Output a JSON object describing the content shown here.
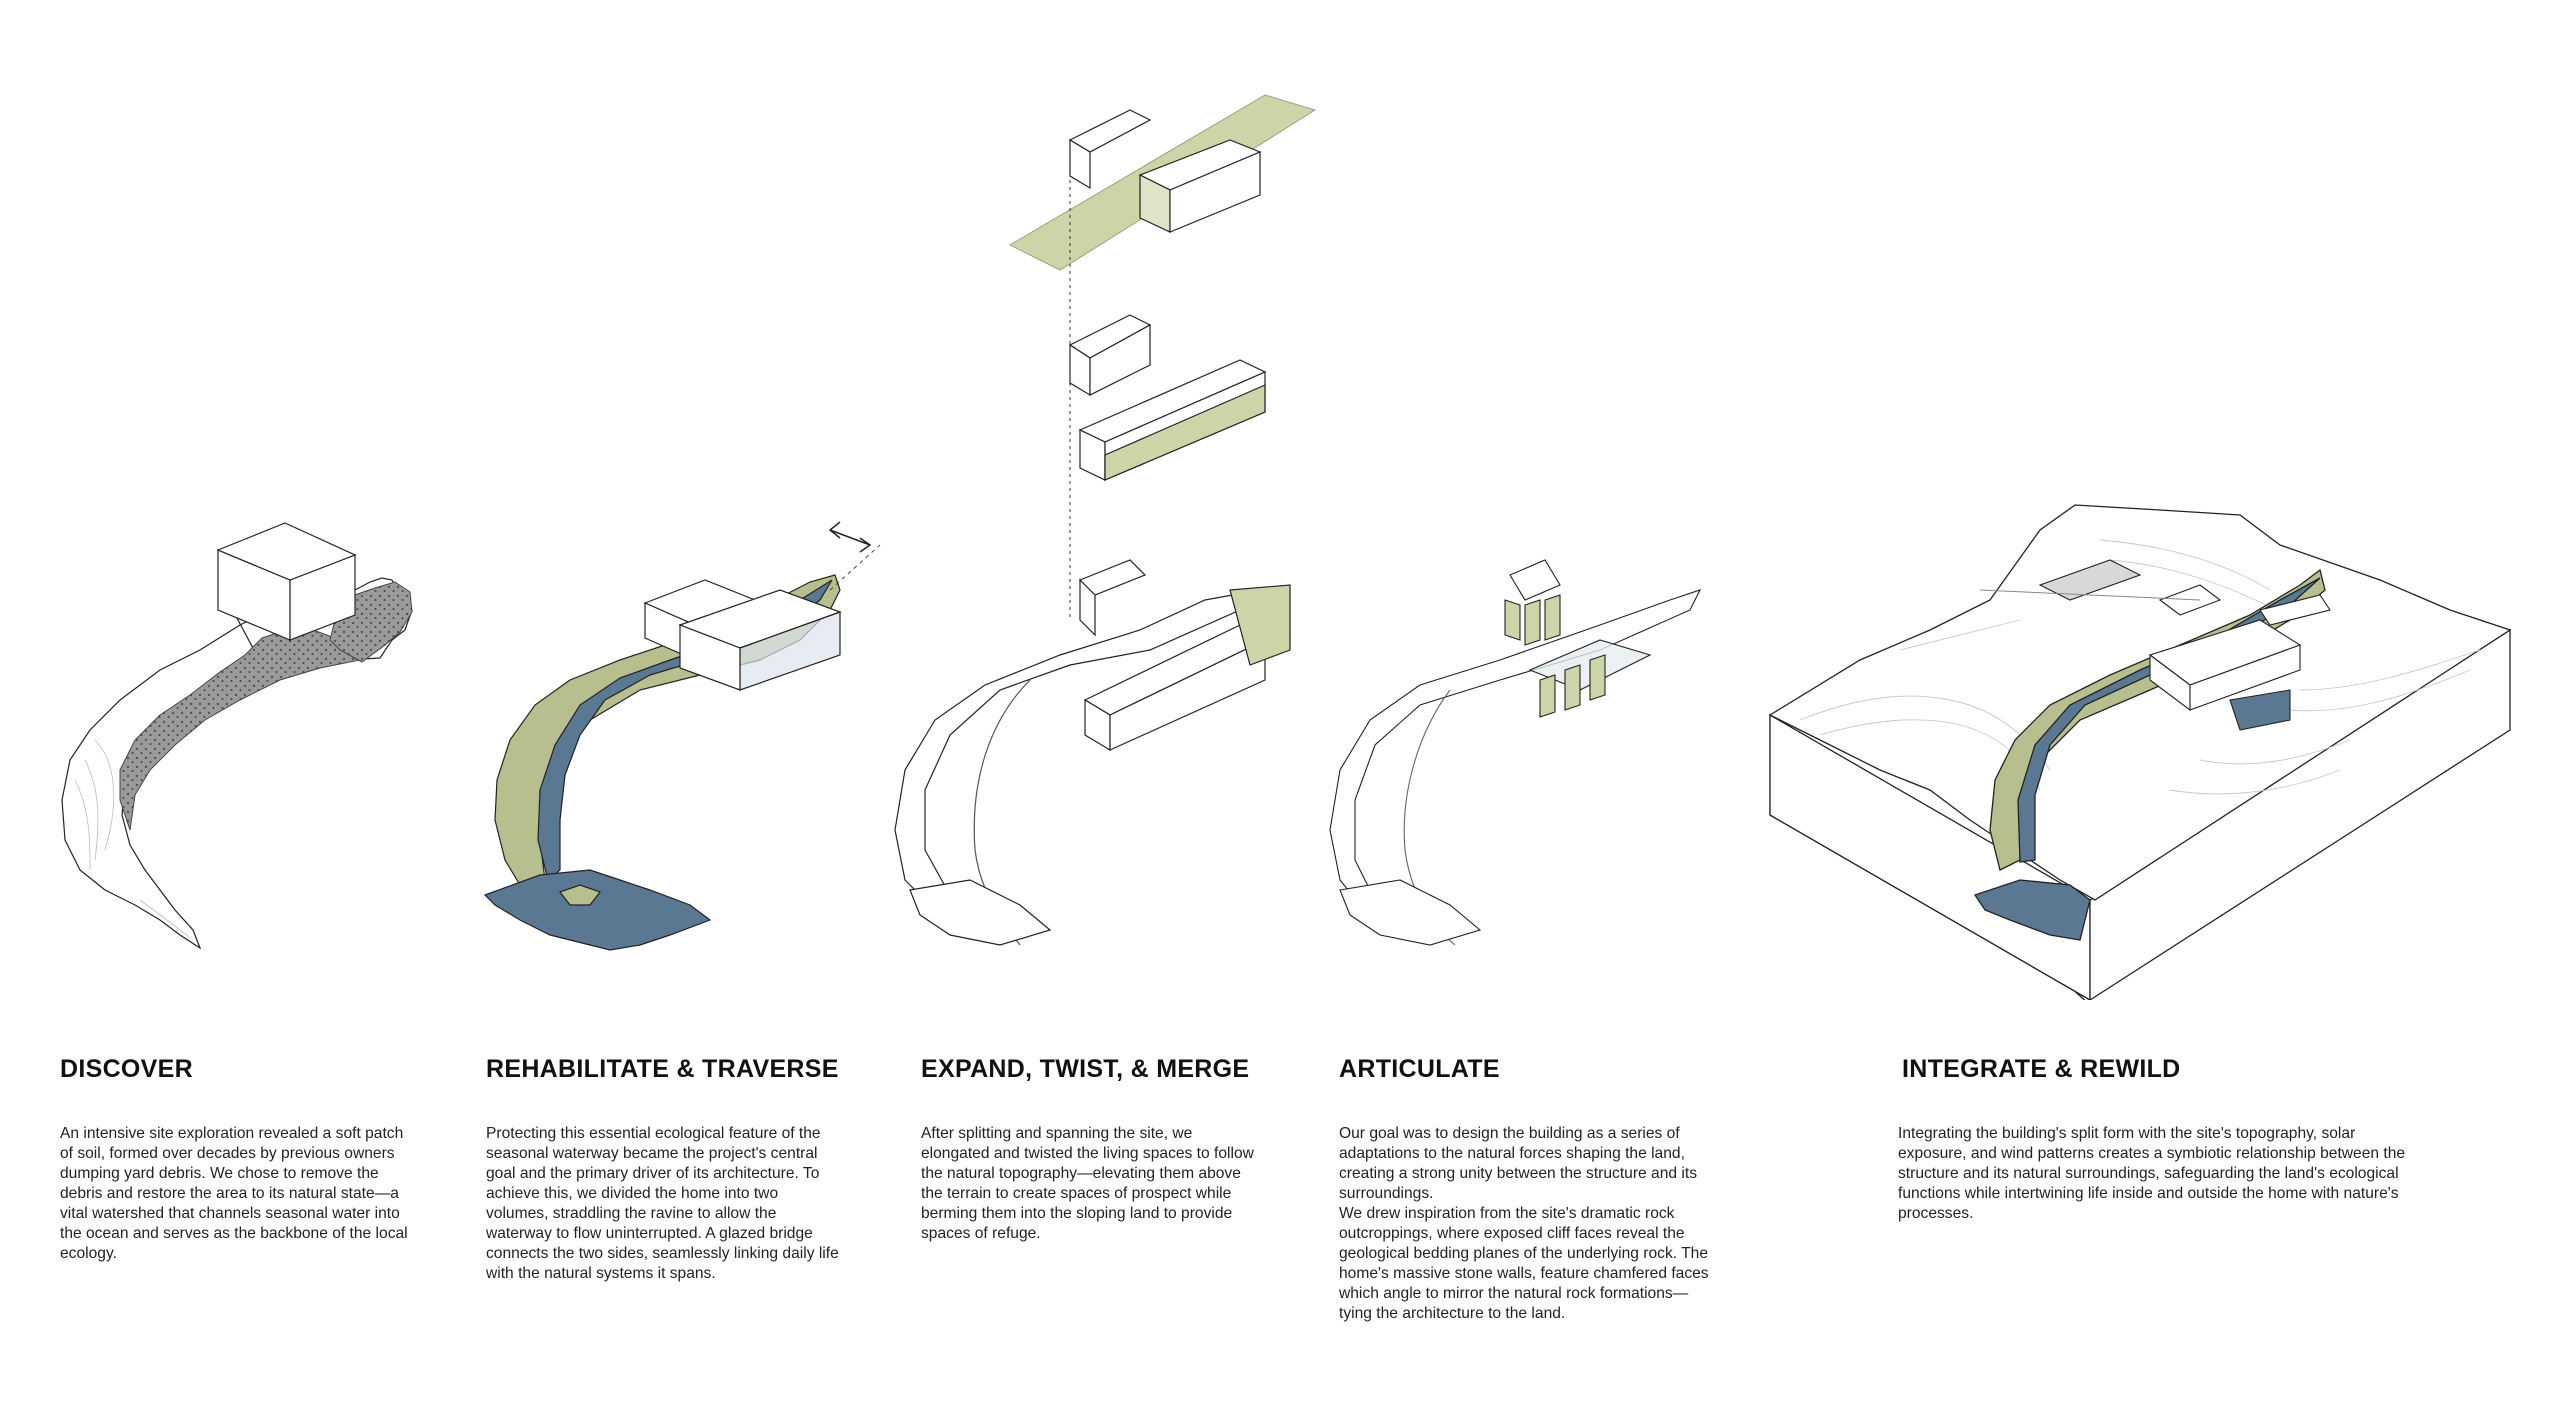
{
  "colors": {
    "ink": "#111111",
    "water": "#5b7893",
    "vegetation": "#b7bf8f",
    "plane": "#cdd5a8",
    "soil": "#b5b5b5",
    "contour": "#c8c8c8"
  },
  "steps": [
    {
      "title": "DISCOVER",
      "text": "An intensive site exploration revealed a soft patch of soil, formed over decades by previous owners dumping yard debris. We chose to remove the debris and restore the area to its natural state—a vital watershed that channels seasonal water into the ocean and serves as the backbone of the local ecology."
    },
    {
      "title": "REHABILITATE & TRAVERSE",
      "text": "Protecting this essential ecological feature of the seasonal waterway became the project's central goal and the primary driver of its architecture. To achieve this, we divided the home into two volumes, straddling the ravine to allow the waterway to flow uninterrupted. A glazed bridge connects the two sides, seamlessly linking daily life with the natural systems it spans."
    },
    {
      "title": "EXPAND, TWIST, & MERGE",
      "text": "After splitting and spanning the site, we elongated and twisted the living spaces to follow the natural topography—elevating them above the terrain to create spaces of prospect while berming them into the sloping land to provide spaces of refuge."
    },
    {
      "title": "ARTICULATE",
      "text": "Our goal was to design the building as a series of adaptations to the natural forces shaping the land, creating a strong unity between the structure and its surroundings.",
      "text2": "We drew inspiration from the site's dramatic rock outcroppings, where exposed cliff faces reveal the geological bedding planes of the underlying rock. The home's massive stone walls, feature chamfered faces which angle to mirror the natural rock formations—tying the architecture to the land."
    },
    {
      "title": "INTEGRATE & REWILD",
      "text": "Integrating the building's split form with the site's topography, solar exposure, and wind patterns creates a symbiotic relationship between the structure and its natural surroundings, safeguarding the land's ecological functions while intertwining life inside and outside the home with nature's processes."
    }
  ]
}
